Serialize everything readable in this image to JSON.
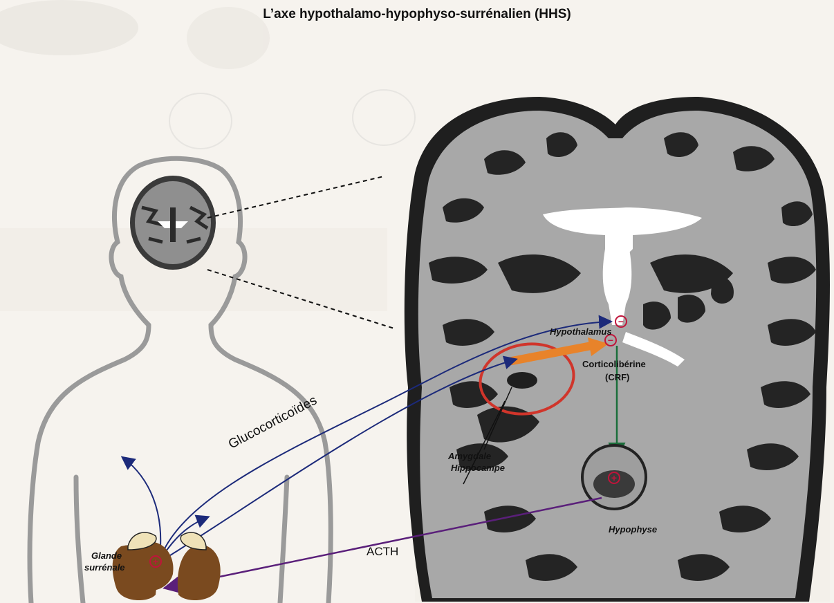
{
  "title": "L’axe hypothalamo-hypophyso-surrénalien (HHS)",
  "labels": {
    "hypothalamus": "Hypothalamus",
    "corticoliberine": "Corticolibérine",
    "crf": "(CRF)",
    "amygdale": "Amygdale",
    "hippocampe": "Hippocampe",
    "hypophyse": "Hypophyse",
    "glucocorticoides": "Glucocorticoïdes",
    "acth": "ACTH",
    "glande": "Glande",
    "surrenale": "surrénale"
  },
  "signs": {
    "minus": "−",
    "plus": "+"
  },
  "colors": {
    "background": "#f6f3ee",
    "brain_gray": "#a8a8a8",
    "brain_dark": "#2b2b2b",
    "body_outline": "#9a9a9a",
    "gluco_arrow": "#1c2a7a",
    "acth_arrow": "#5a1f7a",
    "crf_arrow": "#1a6e3a",
    "amygdala_ring": "#d0352b",
    "orange_arrow": "#e8832a",
    "sign_red": "#c0143a",
    "kidney": "#7a4a1f",
    "adrenal": "#efe2b8"
  }
}
